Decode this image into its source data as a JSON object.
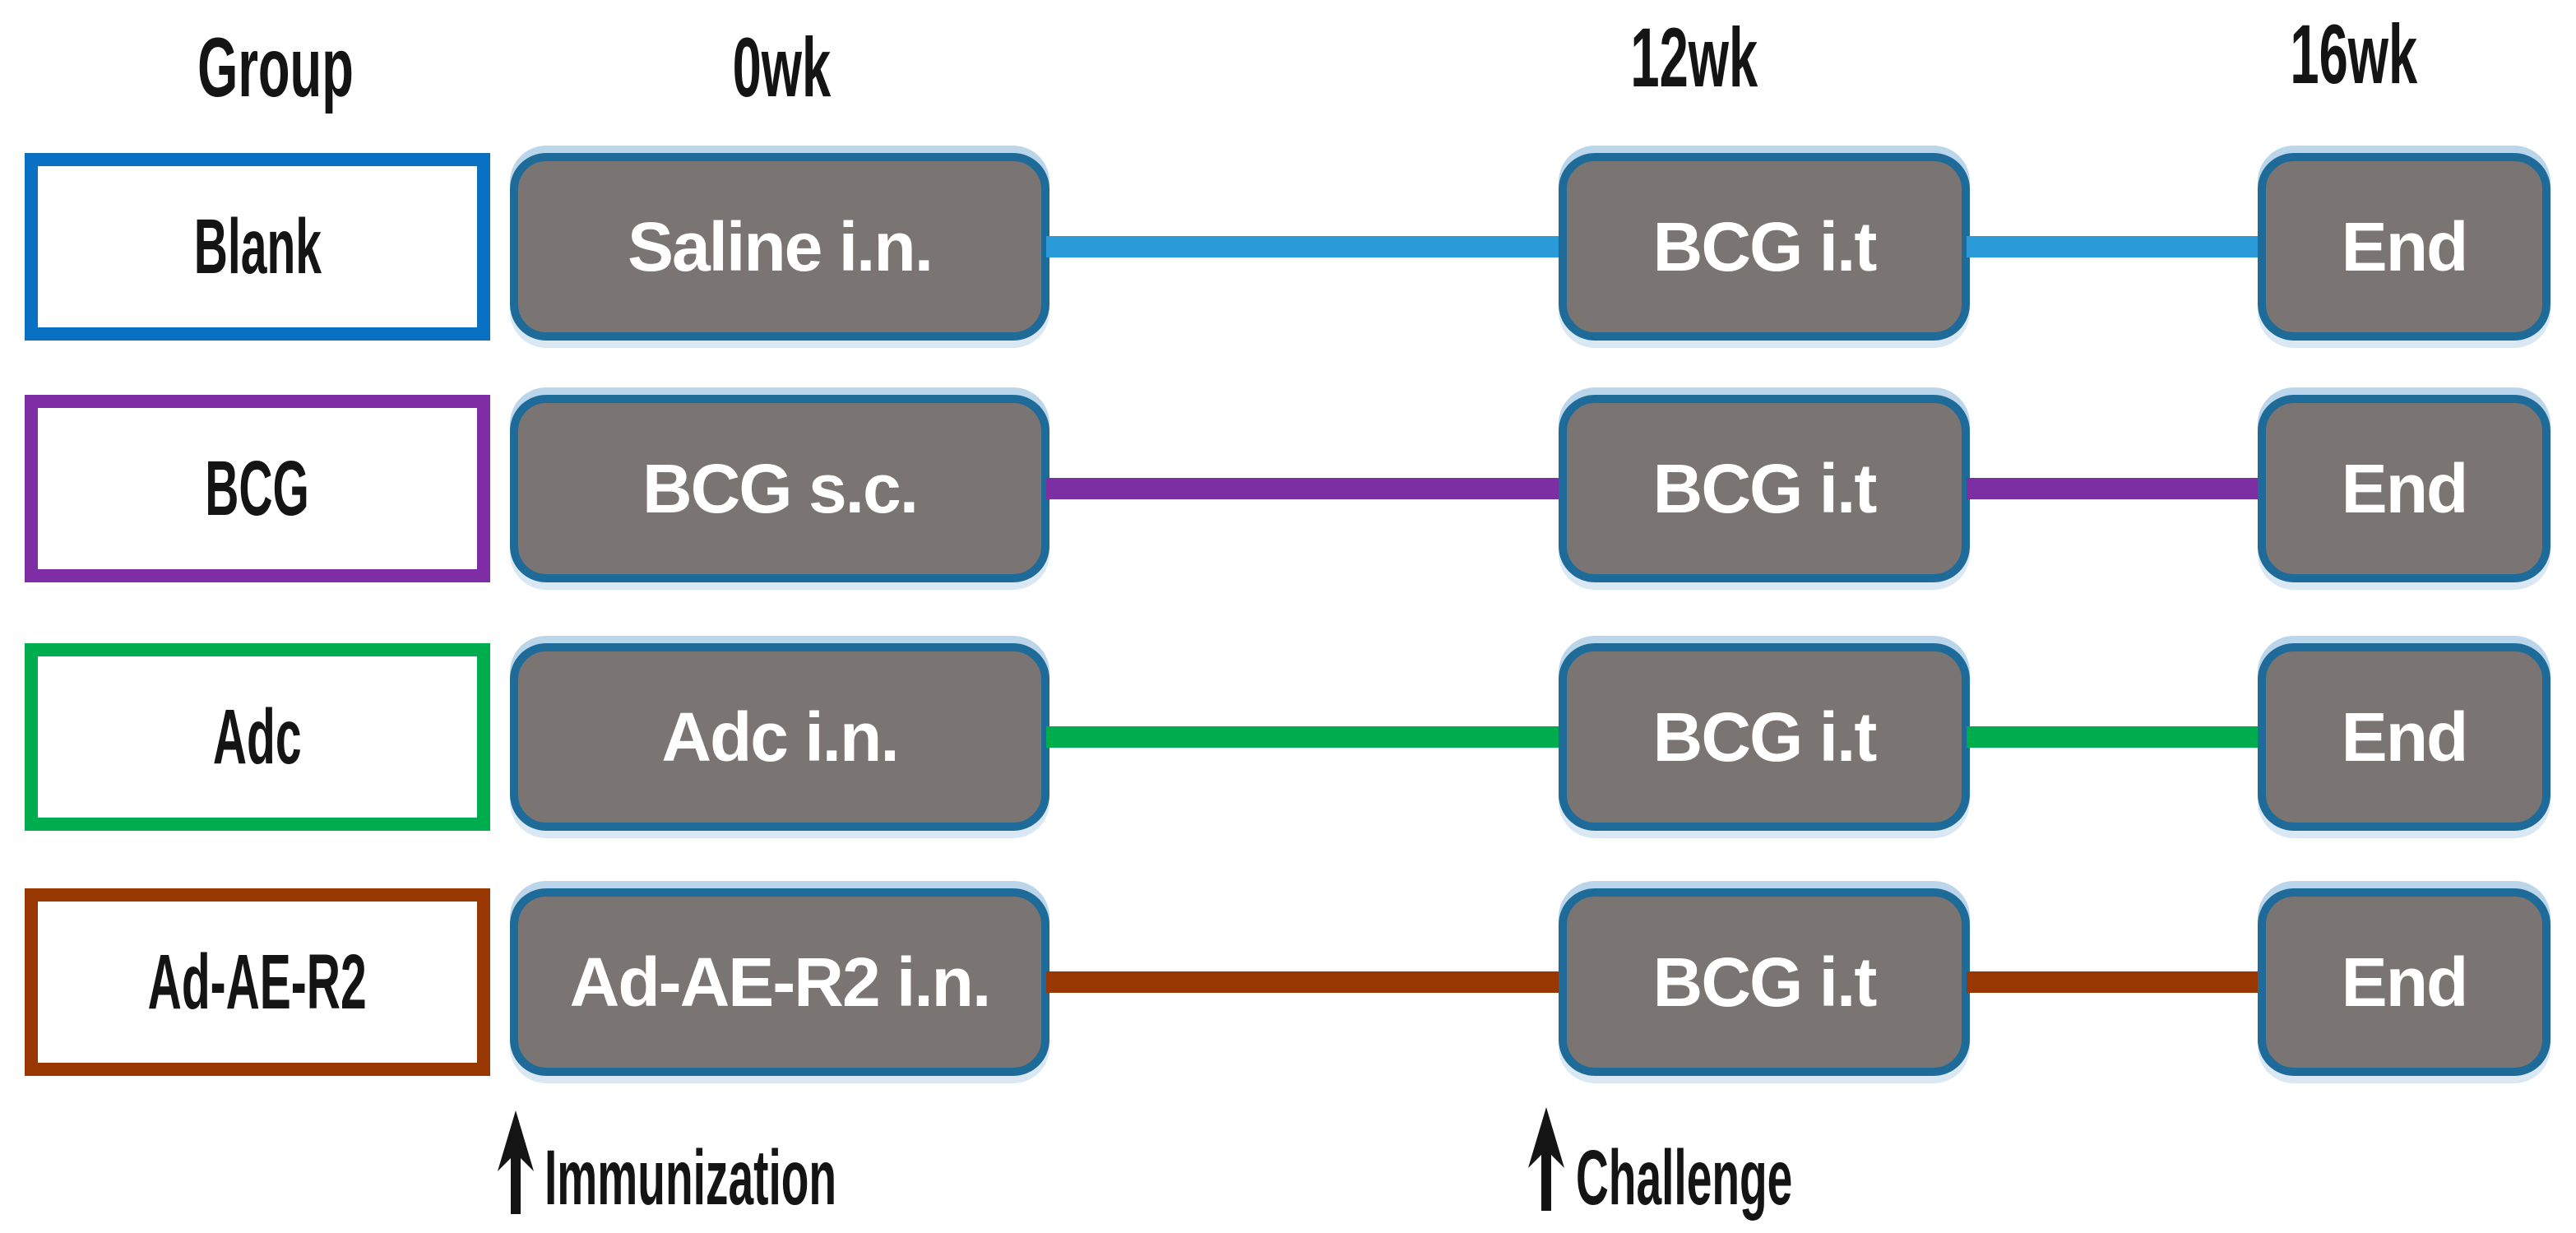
{
  "headers": {
    "group": "Group",
    "week0": "0wk",
    "week12": "12wk",
    "week16": "16wk"
  },
  "rows": [
    {
      "group": "Blank",
      "group_color": "#0a71c2",
      "line_color": "#2a9bd8",
      "wk0": "Saline i.n.",
      "wk12": "BCG i.t",
      "wk16": "End"
    },
    {
      "group": "BCG",
      "group_color": "#7f2da5",
      "line_color": "#7c2ea3",
      "wk0": "BCG s.c.",
      "wk12": "BCG i.t",
      "wk16": "End"
    },
    {
      "group": "Adc",
      "group_color": "#00ad4e",
      "line_color": "#00ad4e",
      "wk0": "Adc i.n.",
      "wk12": "BCG i.t",
      "wk16": "End"
    },
    {
      "group": "Ad-AE-R2",
      "group_color": "#993702",
      "line_color": "#993702",
      "wk0": "Ad-AE-R2 i.n.",
      "wk12": "BCG i.t",
      "wk16": "End"
    }
  ],
  "annotations": {
    "immunization": "Immunization",
    "challenge": "Challenge"
  },
  "node_style": {
    "fill": "#7a7573",
    "border": "#1e6b99",
    "text": "#ffffff"
  },
  "arrow_color": "#141414"
}
